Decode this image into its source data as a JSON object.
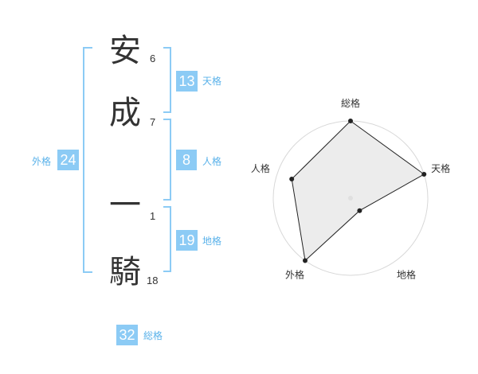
{
  "name": {
    "chars": [
      {
        "char": "安",
        "strokes": "6"
      },
      {
        "char": "成",
        "strokes": "7"
      },
      {
        "char": "一",
        "strokes": "1"
      },
      {
        "char": "騎",
        "strokes": "18"
      }
    ]
  },
  "fortune": {
    "tenkaku": {
      "value": "13",
      "label": "天格"
    },
    "jinkaku": {
      "value": "8",
      "label": "人格"
    },
    "chikaku": {
      "value": "19",
      "label": "地格"
    },
    "gaikaku": {
      "value": "24",
      "label": "外格"
    },
    "soukaku": {
      "value": "32",
      "label": "総格"
    }
  },
  "colors": {
    "accent": "#8ccbf5",
    "accent_text": "#5ab2ea",
    "radar_fill": "#e6e6e6"
  },
  "chart_data": {
    "type": "radar",
    "axes": [
      "総格",
      "天格",
      "地格",
      "外格",
      "人格"
    ],
    "values": [
      5,
      5,
      1,
      5,
      4
    ],
    "range": [
      0,
      5
    ]
  }
}
